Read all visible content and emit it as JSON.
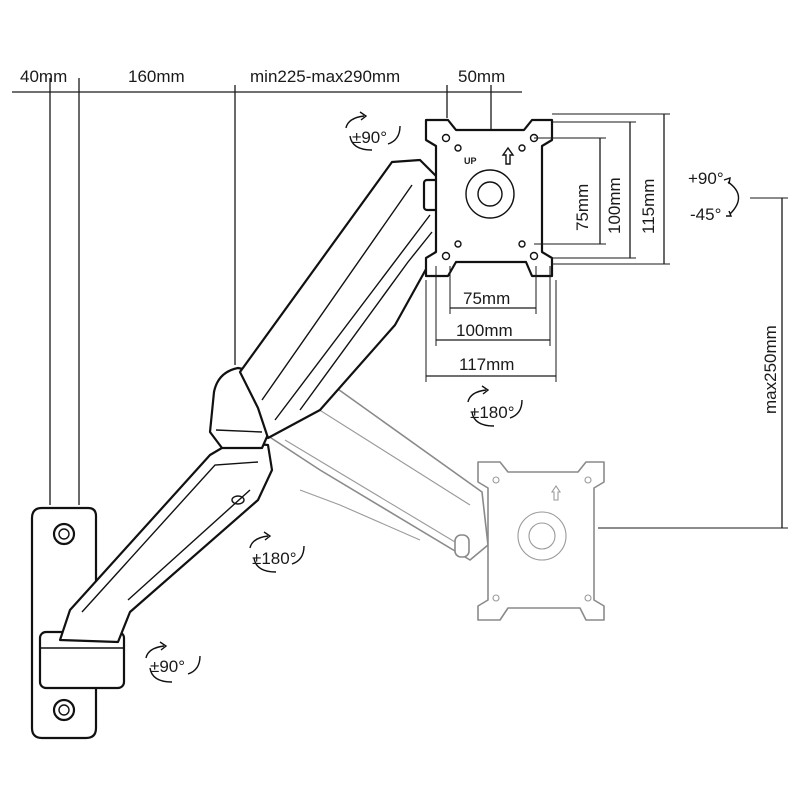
{
  "dimensions": {
    "top": [
      "40mm",
      "160mm",
      "min225-max290mm",
      "50mm"
    ],
    "vesa_vertical": [
      "75mm",
      "100mm",
      "115mm"
    ],
    "vesa_horizontal": [
      "75mm",
      "100mm",
      "117mm"
    ],
    "height": "max250mm"
  },
  "rotations": {
    "tilt_plus": "+90°",
    "tilt_minus": "-45°",
    "plate_top": "±90°",
    "elbow": "±180°",
    "arm": "±180°",
    "wall_base": "±90°"
  },
  "plate": {
    "up_label": "UP"
  },
  "colors": {
    "line": "#111111",
    "ghost": "#8a8a8a"
  }
}
